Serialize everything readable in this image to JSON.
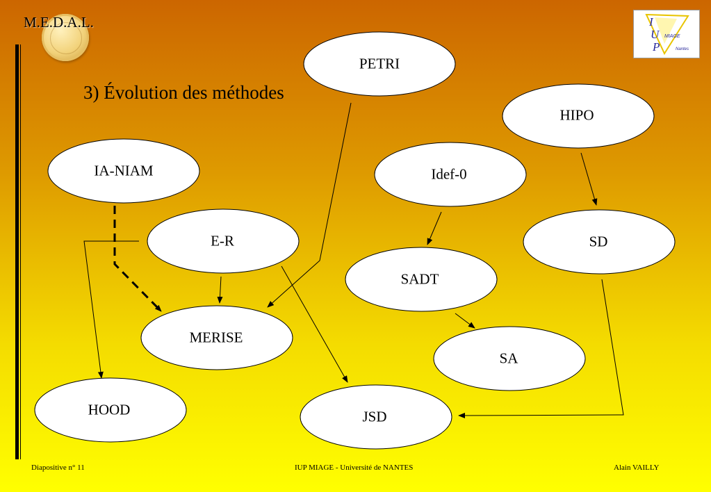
{
  "header": {
    "brand": "M.E.D.A.L.",
    "title": "3) Évolution des méthodes"
  },
  "logo": {
    "letters": [
      "I",
      "U",
      "P"
    ],
    "miage": "MIAGE",
    "nantes": "Nantes"
  },
  "nodes": [
    {
      "id": "petri",
      "label": "PETRI"
    },
    {
      "id": "hipo",
      "label": "HIPO"
    },
    {
      "id": "ianiam",
      "label": "IA-NIAM"
    },
    {
      "id": "idef0",
      "label": "Idef-0"
    },
    {
      "id": "er",
      "label": "E-R"
    },
    {
      "id": "sd",
      "label": "SD"
    },
    {
      "id": "sadt",
      "label": "SADT"
    },
    {
      "id": "merise",
      "label": "MERISE"
    },
    {
      "id": "sa",
      "label": "SA"
    },
    {
      "id": "hood",
      "label": "HOOD"
    },
    {
      "id": "jsd",
      "label": "JSD"
    }
  ],
  "edges": [
    {
      "from": "petri",
      "to": "merise",
      "style": "solid"
    },
    {
      "from": "hipo",
      "to": "sd",
      "style": "solid"
    },
    {
      "from": "ianiam",
      "to": "merise",
      "style": "dashed"
    },
    {
      "from": "idef0",
      "to": "sadt",
      "style": "solid"
    },
    {
      "from": "er",
      "to": "merise",
      "style": "solid"
    },
    {
      "from": "er",
      "to": "jsd",
      "style": "solid"
    },
    {
      "from": "er",
      "to": "hood",
      "style": "solid"
    },
    {
      "from": "sadt",
      "to": "sa",
      "style": "solid"
    },
    {
      "from": "sd",
      "to": "jsd",
      "style": "solid"
    }
  ],
  "footer": {
    "left": "Diapositive n° 11",
    "center": "IUP MIAGE - Université de NANTES",
    "right": "Alain VAILLY"
  },
  "colors": {
    "background_top": "#cc6600",
    "background_bottom": "#ffff00",
    "node_fill": "#ffffff",
    "line": "#000000",
    "logo_blue": "#2a2a9a",
    "logo_yellow": "#e8c400"
  }
}
